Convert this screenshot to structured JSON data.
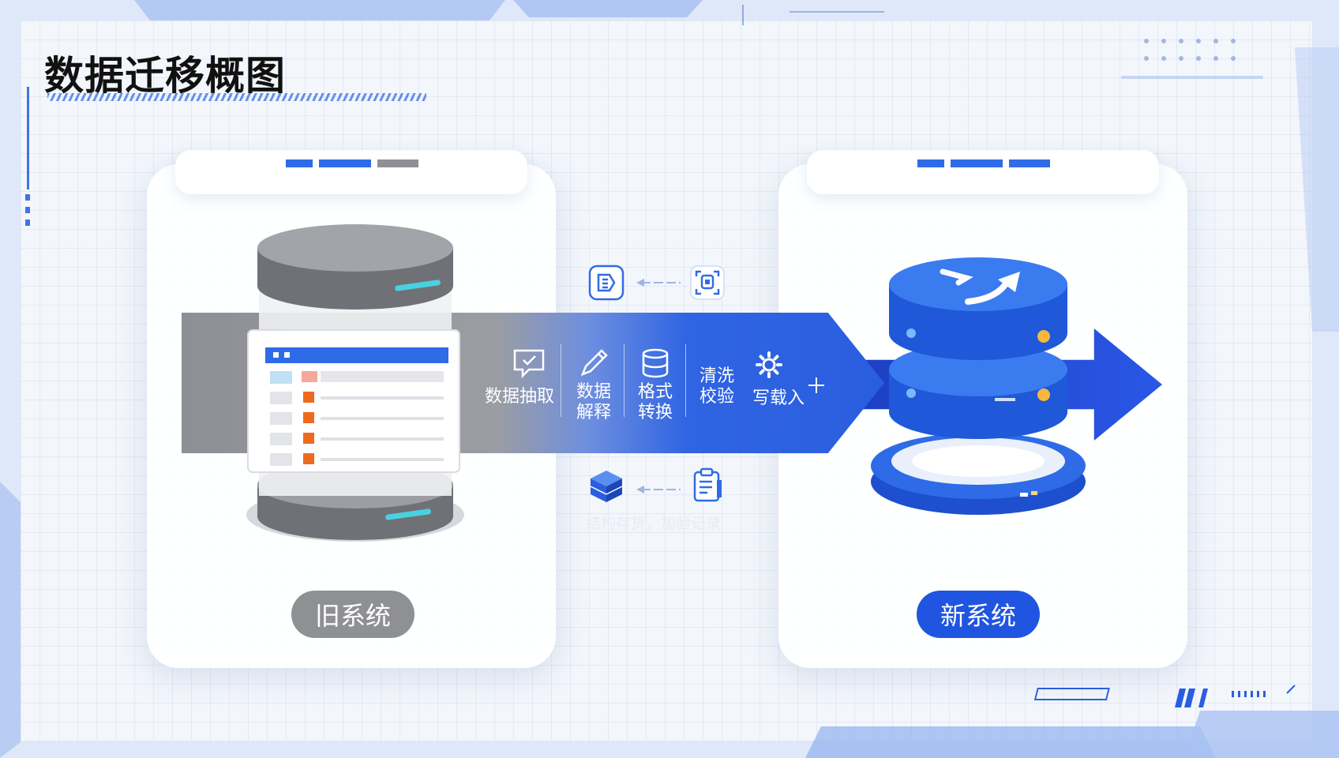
{
  "title": "数据迁移概图",
  "old_system": {
    "label": "旧系统"
  },
  "new_system": {
    "label": "新系统"
  },
  "steps": [
    {
      "label": "数据抽取",
      "icon": "chat-check-icon"
    },
    {
      "label": "数据解释",
      "icon": "pen-icon"
    },
    {
      "label": "格式转换",
      "icon": "database-icon"
    },
    {
      "label": "清洗校验",
      "icon": "none"
    },
    {
      "label": "写载入",
      "icon": "gear-icon"
    }
  ],
  "annotations": {
    "bottom": "结构存货，加验记录"
  },
  "colors": {
    "accent": "#2a5ee0",
    "old_gray": "#8d8f95",
    "pill_old": "#8f9094",
    "pill_new": "#1f55e0",
    "title": "#111111"
  }
}
